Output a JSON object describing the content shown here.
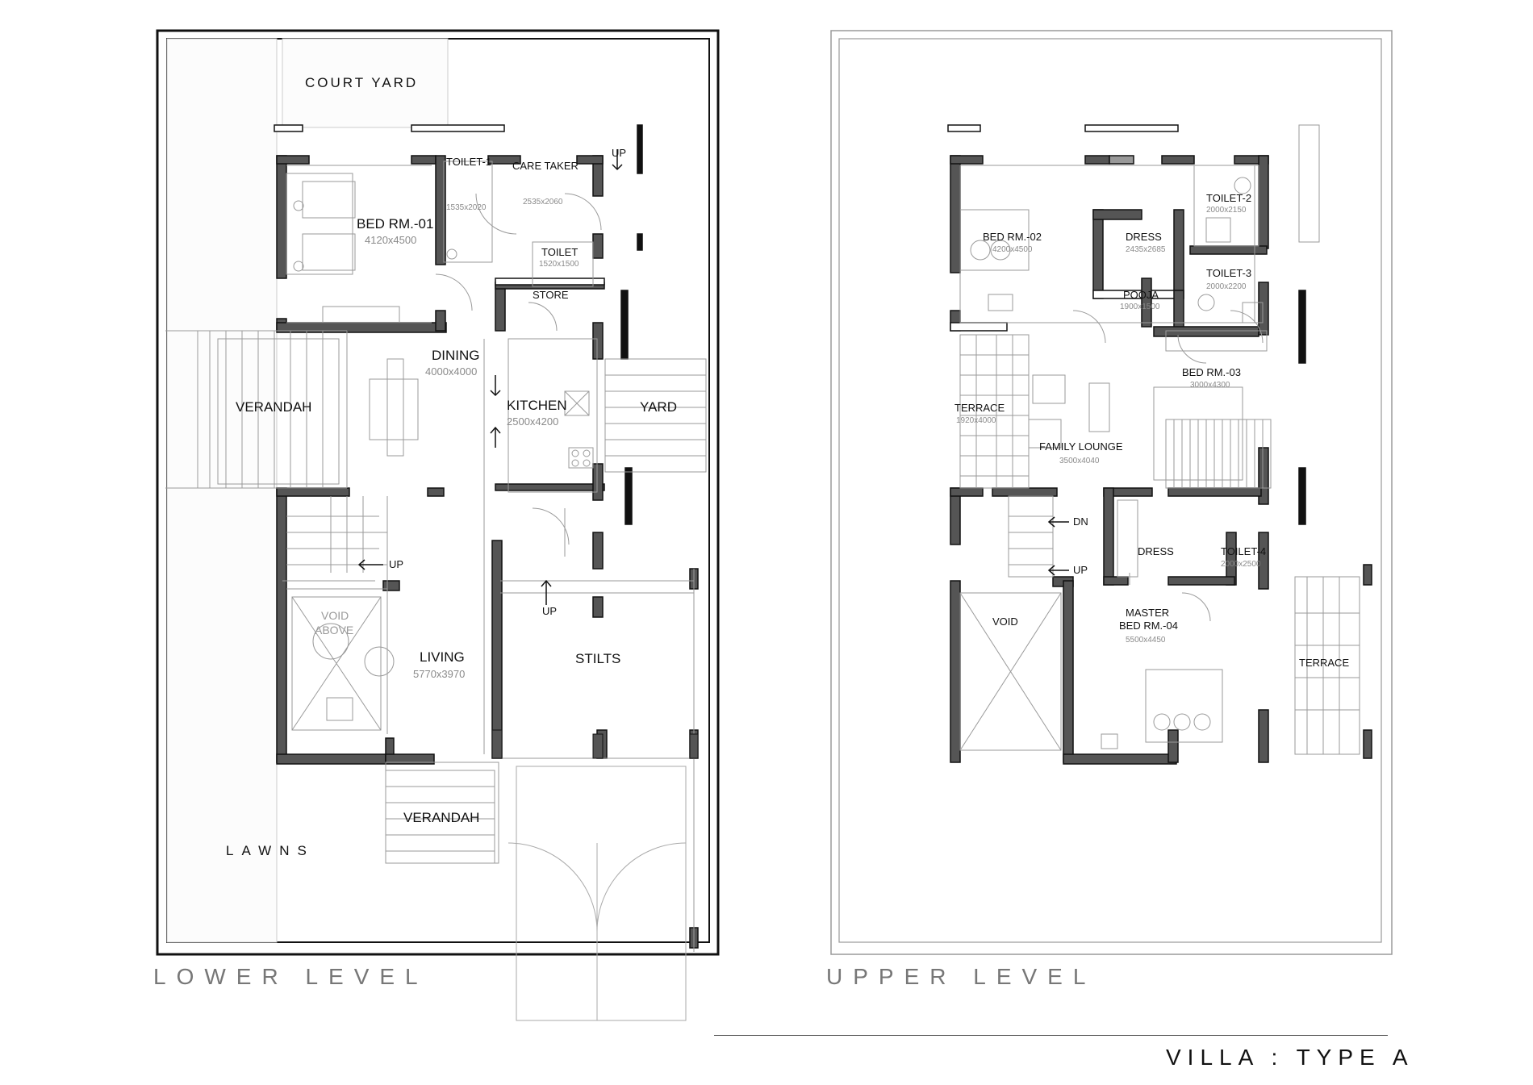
{
  "sheet": {
    "title": "VILLA : TYPE A"
  },
  "lower_level": {
    "title": "LOWER LEVEL",
    "rooms": {
      "court_yard": "COURT YARD",
      "bed_rm_01": {
        "name": "BED RM.-01",
        "dim": "4120x4500"
      },
      "toilet_1": {
        "name": "TOILET-1",
        "dim": "1535x2020"
      },
      "care_taker": {
        "name": "CARE TAKER",
        "dim": "2535x2060"
      },
      "toilet": {
        "name": "TOILET",
        "dim": "1520x1500"
      },
      "store": "STORE",
      "dining": {
        "name": "DINING",
        "dim": "4000x4000"
      },
      "kitchen": {
        "name": "KITCHEN",
        "dim": "2500x4200"
      },
      "yard": "YARD",
      "verandah_side": "VERANDAH",
      "void_above": {
        "line1": "VOID",
        "line2": "ABOVE"
      },
      "living": {
        "name": "LIVING",
        "dim": "5770x3970"
      },
      "stilts": "STILTS",
      "verandah_front": "VERANDAH",
      "lawns": "LAWNS"
    },
    "arrows": {
      "up_1": "UP",
      "up_2": "UP",
      "up_3": "UP"
    }
  },
  "upper_level": {
    "title": "UPPER LEVEL",
    "rooms": {
      "bed_rm_02": {
        "name": "BED RM.-02",
        "dim": "4200x4500"
      },
      "dress_1": {
        "name": "DRESS",
        "dim": "2435x2685"
      },
      "toilet_2": {
        "name": "TOILET-2",
        "dim": "2000x2150"
      },
      "toilet_3": {
        "name": "TOILET-3",
        "dim": "2000x2200"
      },
      "pooja": {
        "name": "POOJA",
        "dim": "1900x1500"
      },
      "bed_rm_03": {
        "name": "BED RM.-03",
        "dim": "3000x4300"
      },
      "terrace_left": {
        "name": "TERRACE",
        "dim": "1920x4000"
      },
      "family_lounge": {
        "name": "FAMILY LOUNGE",
        "dim": "3500x4040"
      },
      "dress_2": "DRESS",
      "toilet_4": {
        "name": "TOILET-4",
        "dim": "2000x2500"
      },
      "void": "VOID",
      "master_bed": {
        "line1": "MASTER",
        "line2": "BED RM.-04",
        "dim": "5500x4450"
      },
      "terrace_right": "TERRACE"
    },
    "arrows": {
      "dn": "DN",
      "up": "UP"
    }
  },
  "colors": {
    "wall": "#555555",
    "outline": "#111111",
    "fine_line": "#9a9a9a",
    "title": "#777777"
  }
}
